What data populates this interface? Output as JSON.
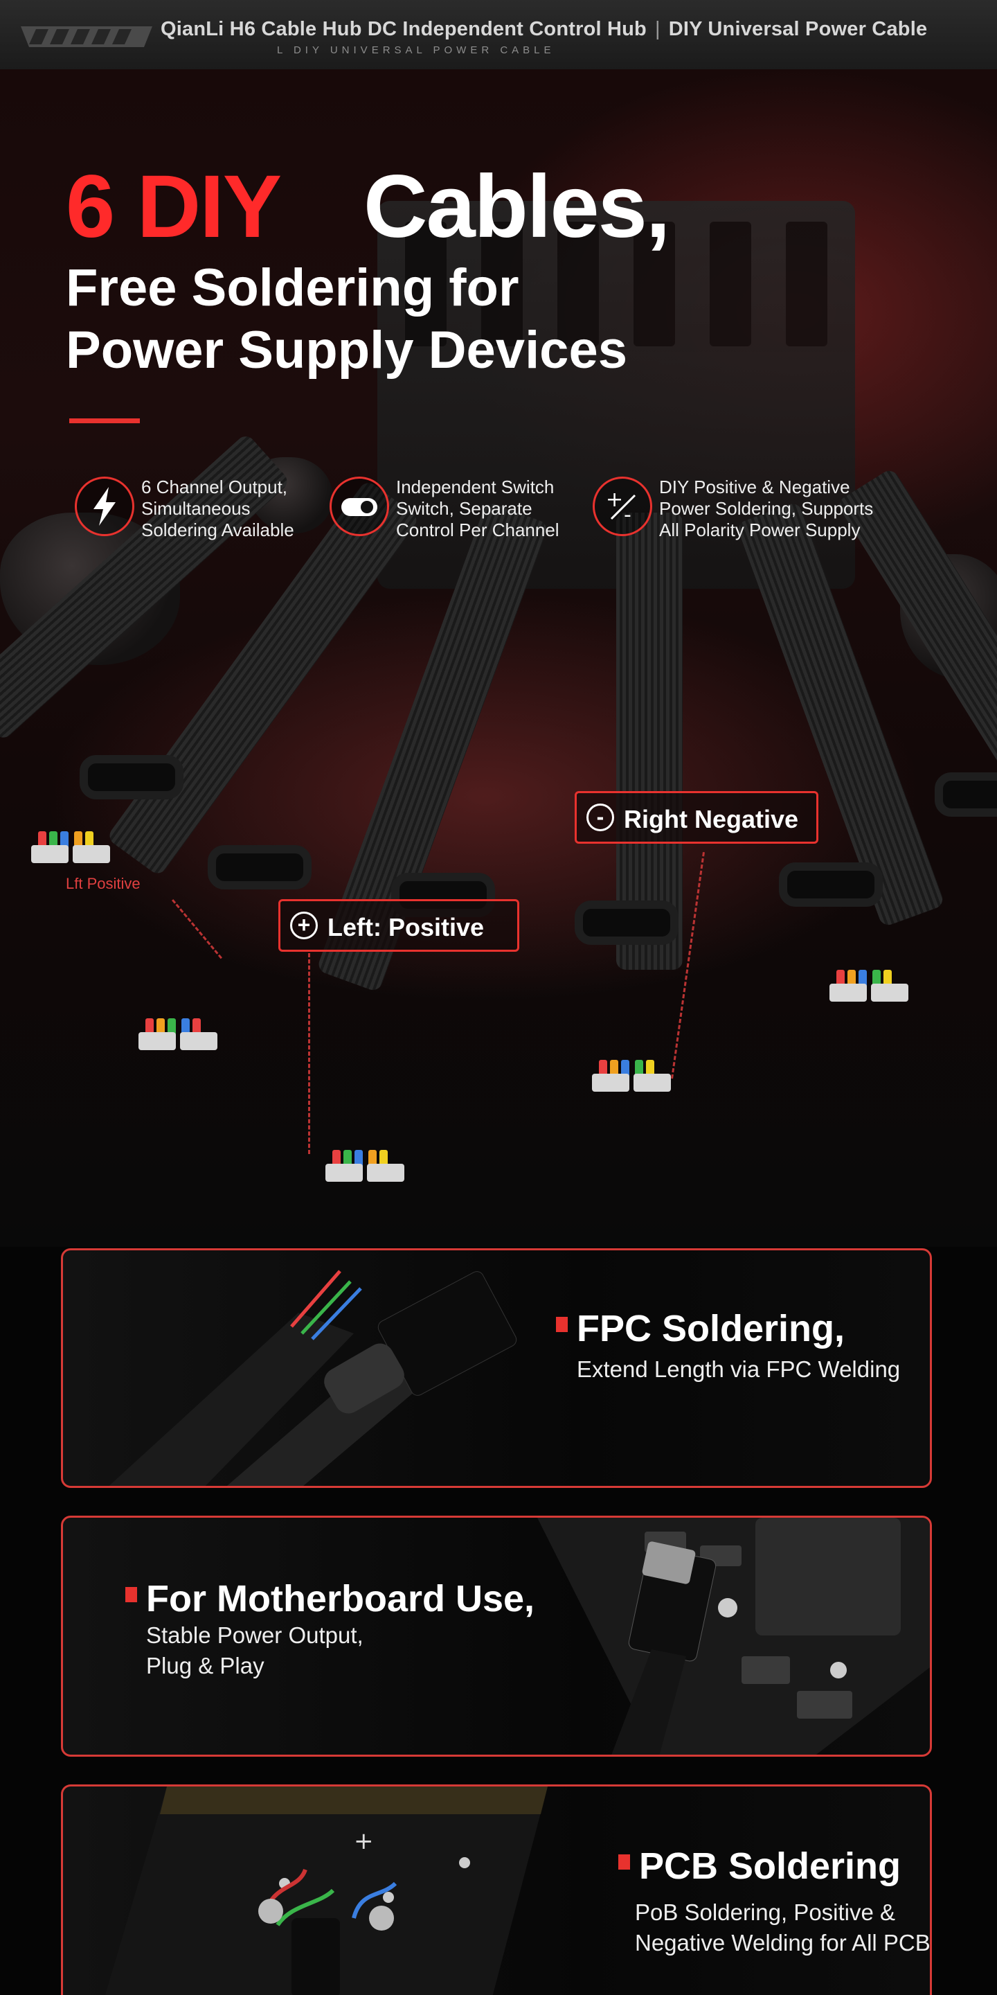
{
  "header": {
    "title": "QianLi H6 Cable Hub DC  Independent Control Hub",
    "separator": "|",
    "title_right": "DIY Universal Power Cable",
    "subtitle": "L DIY UNIVERSAL  POWER CABLE"
  },
  "hero": {
    "headline_red": "6 DIY",
    "headline_white": "Cables,",
    "line2": "Free Soldering for",
    "line3": "Power Supply Devices"
  },
  "features": [
    {
      "icon": "lightning-icon",
      "lines": [
        "6 Channel Output,",
        "Simultaneous",
        "Soldering Available"
      ]
    },
    {
      "icon": "toggle-switch-icon",
      "lines": [
        "Independent Switch",
        "Switch, Separate",
        "Control Per Channel"
      ]
    },
    {
      "icon": "plus-minus-icon",
      "lines": [
        "DIY Positive & Negative",
        "Power Soldering, Supports",
        "All Polarity Power Supply"
      ]
    }
  ],
  "callouts": {
    "positive": {
      "icon": "plus-circle-icon",
      "symbol": "+",
      "label": "Left: Positive"
    },
    "negative": {
      "icon": "minus-circle-icon",
      "symbol": "-",
      "label": "Right Negative"
    },
    "small_label": "Lft Positive"
  },
  "panels": [
    {
      "title": "FPC Soldering,",
      "lines": [
        "Extend Length via FPC Welding"
      ]
    },
    {
      "title": "For Motherboard Use,",
      "lines": [
        "Stable Power Output,",
        "Plug & Play"
      ]
    },
    {
      "title": "PCB Soldering",
      "lines": [
        "PoB Soldering, Positive &",
        "Negative Welding for All PCBs"
      ]
    }
  ],
  "colors": {
    "accent_red": "#e8322e",
    "background": "#050505",
    "wire_colors": [
      "#e84040",
      "#f0a020",
      "#3ab54a",
      "#3a7ee0",
      "#f0d020"
    ]
  }
}
